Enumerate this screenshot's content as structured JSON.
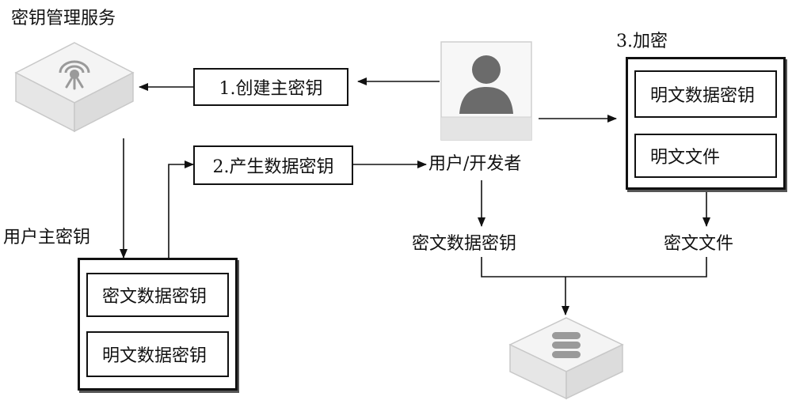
{
  "kms": {
    "title": "密钥管理服务"
  },
  "steps": {
    "create_master_key": "1.创建主密钥",
    "generate_data_key": "2.产生数据密钥",
    "encrypt": "3.加密"
  },
  "user": {
    "label": "用户/开发者"
  },
  "user_master_key": {
    "label": "用户主密钥",
    "items": [
      "密文数据密钥",
      "明文数据密钥"
    ]
  },
  "encrypt_box": {
    "items": [
      "明文数据密钥",
      "明文文件"
    ]
  },
  "outputs": {
    "cipher_data_key": "密文数据密钥",
    "cipher_file": "密文文件"
  }
}
